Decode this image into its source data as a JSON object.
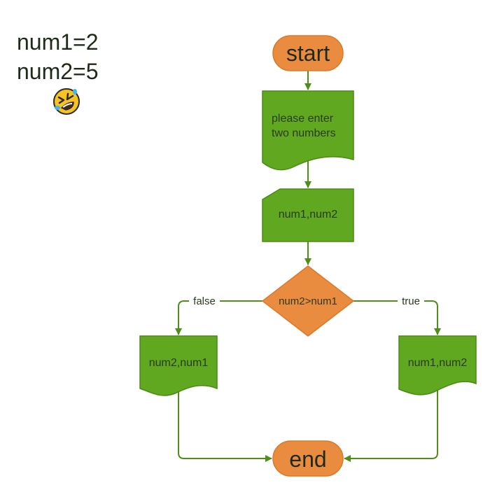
{
  "notes": {
    "line1": "num1=2",
    "line2": "num2=5",
    "emoji_icon": "rolling-on-floor-laughing-emoji"
  },
  "flowchart": {
    "start_label": "start",
    "prompt_line1": "please enter",
    "prompt_line2": "two numbers",
    "input_label": "num1,num2",
    "decision_label": "num2>num1",
    "false_label": "false",
    "true_label": "true",
    "output_false_label": "num2,num1",
    "output_true_label": "num1,num2",
    "end_label": "end"
  },
  "colors": {
    "terminal_fill": "#ea8c3f",
    "terminal_stroke": "#d97a2b",
    "process_fill": "#5fa81f",
    "process_stroke": "#4a8a12",
    "connector": "#4f8f17",
    "text_dark": "#2b3a1e"
  }
}
